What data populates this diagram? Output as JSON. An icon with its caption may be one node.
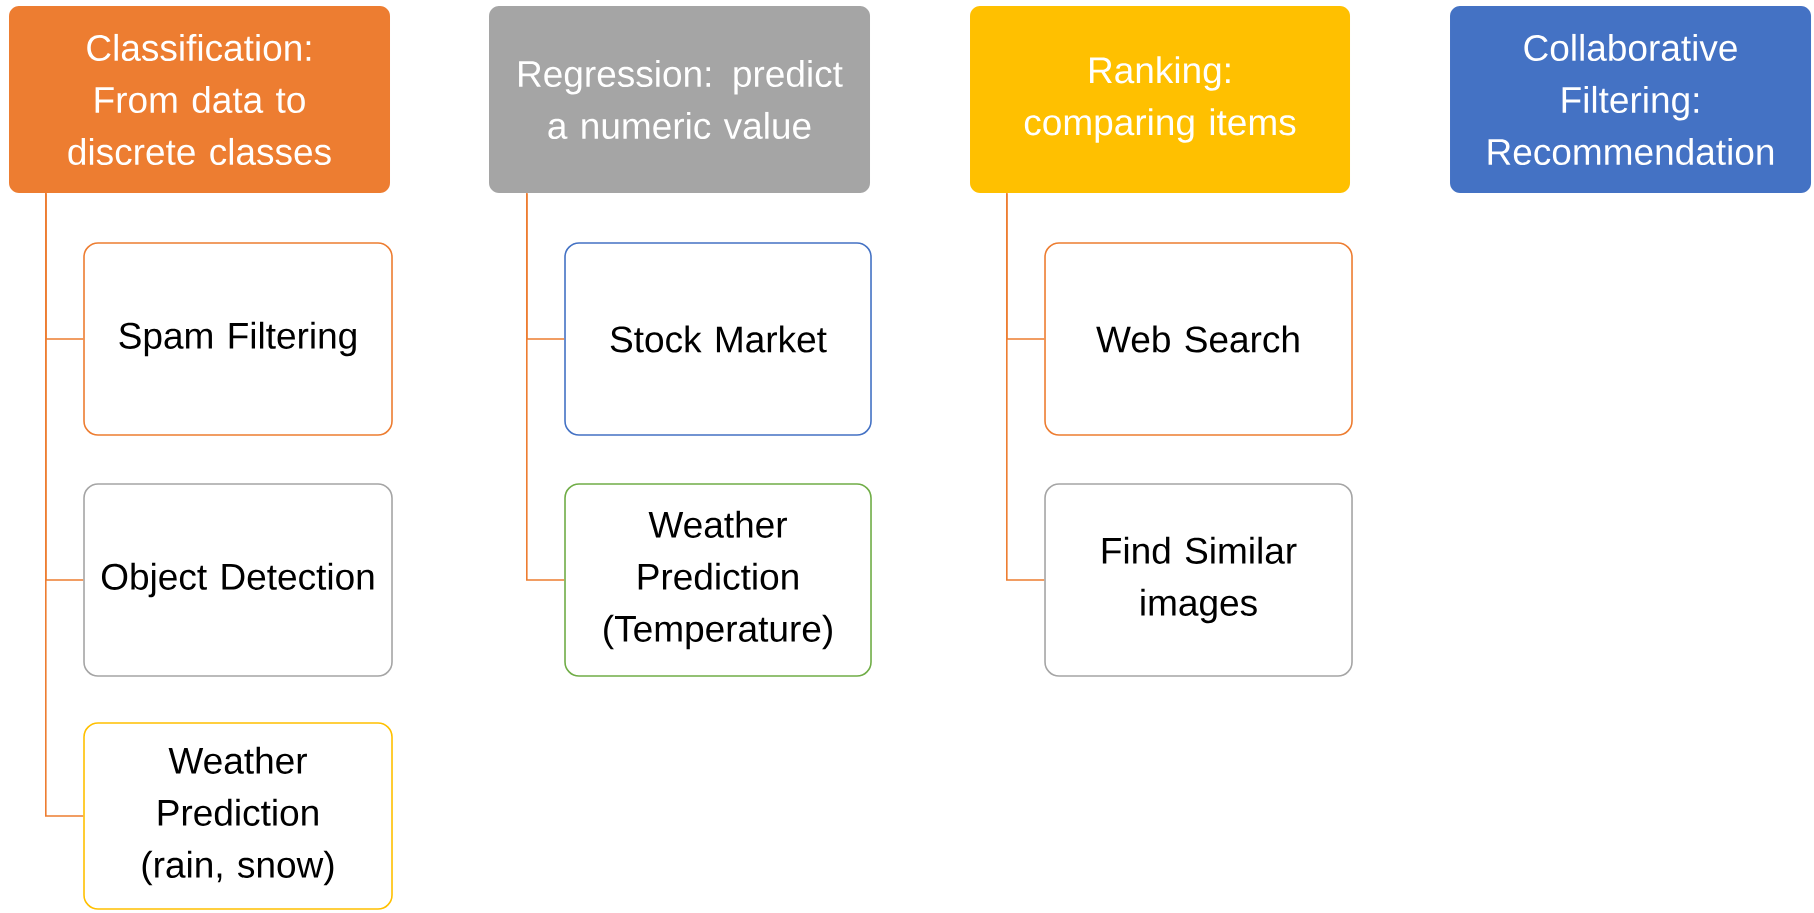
{
  "diagram": {
    "nodes": [
      {
        "text": [
          "Classification: From data to discrete classes"
        ]
      },
      {
        "text": [
          "Spam Filtering"
        ]
      },
      {
        "text": [
          "Object Detection"
        ]
      },
      {
        "text": [
          "Weather Prediction (rain, snow)"
        ]
      },
      {
        "text": [
          "Regression: predict a numeric value"
        ]
      },
      {
        "text": [
          "Stock Market"
        ]
      },
      {
        "text": [
          "Weather Prediction (Temperature)"
        ]
      },
      {
        "text": [
          "Ranking: comparing items"
        ]
      },
      {
        "text": [
          "Web Search"
        ]
      },
      {
        "text": [
          "Find Similar images"
        ]
      },
      {
        "text": [
          "Collaborative Filtering: Recommendation"
        ]
      }
    ],
    "edges": [
      {
        "from": 0,
        "to": 1,
        "arrow": "none"
      },
      {
        "from": 0,
        "to": 2,
        "arrow": "none"
      },
      {
        "from": 0,
        "to": 3,
        "arrow": "none"
      },
      {
        "from": 4,
        "to": 5,
        "arrow": "none"
      },
      {
        "from": 4,
        "to": 6,
        "arrow": "none"
      },
      {
        "from": 7,
        "to": 8,
        "arrow": "none"
      },
      {
        "from": 7,
        "to": 9,
        "arrow": "none"
      }
    ]
  }
}
